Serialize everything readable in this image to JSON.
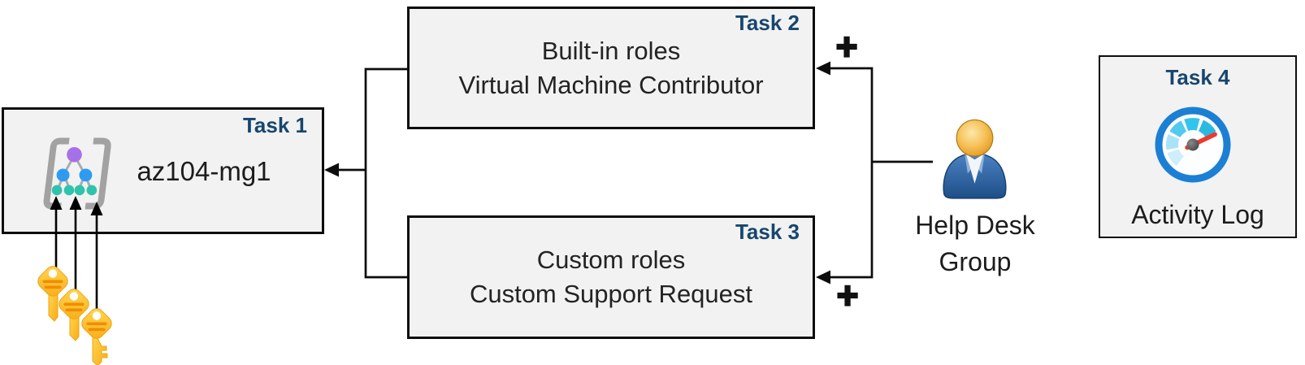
{
  "task1": {
    "label": "Task 1",
    "name": "az104-mg1"
  },
  "task2": {
    "label": "Task 2",
    "line1": "Built-in roles",
    "line2": "Virtual Machine Contributor"
  },
  "task3": {
    "label": "Task 3",
    "line1": "Custom roles",
    "line2": "Custom Support Request"
  },
  "task4": {
    "label": "Task 4",
    "caption": "Activity Log"
  },
  "help_desk_group": {
    "line1": "Help Desk",
    "line2": "Group"
  },
  "plus_symbol": "+",
  "icons": {
    "task1": "management-group-icon",
    "task4": "activity-log-gauge-icon",
    "group": "person-icon",
    "keys": "access-keys-icon"
  },
  "colors": {
    "accent": "#17466e",
    "box_fill": "#f2f2f2",
    "line": "#0d0d0d",
    "mg_purple": "#a671e8",
    "mg_blue": "#2e9bf0",
    "mg_teal": "#2fc3ac",
    "key_gold": "#fbab17",
    "key_stripe": "#ef8e00",
    "gauge_blue": "#1b7fd4",
    "needle_red": "#ee392c",
    "person_blue": "#2d63a6",
    "head_gold": "#e8a52e"
  }
}
